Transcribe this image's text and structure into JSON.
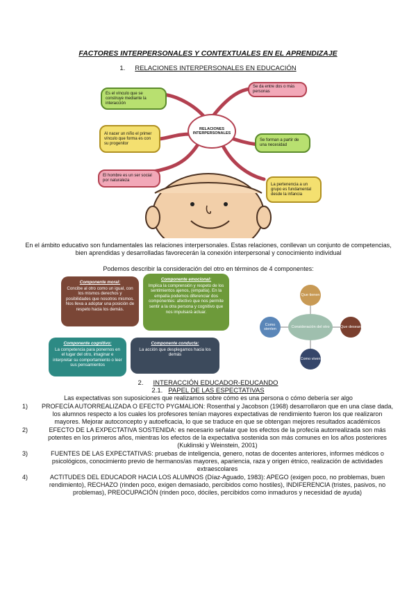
{
  "title": "FACTORES INTERPERSONALES Y CONTEXTUALES EN EL APRENDIZAJE",
  "section1": {
    "num": "1.",
    "title": "RELACIONES INTERPERSONALES EN EDUCACIÓN"
  },
  "mindmap": {
    "center": "RELACIONES INTERPERSONALES",
    "n1": "Es el vínculo que se construye mediante la interacción",
    "n2": "Se da entre dos o más personas",
    "n3": "Al nacer un niño el primer vínculo que forma es con su progenitor",
    "n4": "Se forman a partir de una necesidad",
    "n5": "El hombre es un ser social por naturaleza",
    "n6": "La pertenencia a un grupo es fundamental desde la infancia"
  },
  "intro": "En el ámbito educativo son fundamentales las relaciones interpersonales. Estas relaciones, conllevan un conjunto de competencias, bien aprendidas y desarrolladas favorecerán la conexión interpersonal y conocimiento individual",
  "components_intro": "Podemos describir la consideración del otro en términos de 4 componentes:",
  "components": {
    "moral": {
      "title": "Componente moral:",
      "text": "Concibe al otro como un igual, con los mismos derechos y posibilidades que nosotros mismos. Nos lleva a adoptar una posición de respeto hacia los demás."
    },
    "emocional": {
      "title": "Componente emocional:",
      "text": "Implica la comprensión y respeto de los sentimientos ajenos, (empatía). En la empatía podemos diferenciar dos componentes: afectivo que nos permite sentir a la otra persona y cognitivo que nos impulsará actuar."
    },
    "cognitivo": {
      "title": "Componente cognitivo:",
      "text": "La competencia para ponernos en el lugar del otro, imaginar e interpretar su comportamiento o leer sus pensamientos"
    },
    "conducta": {
      "title": "Componente conducta:",
      "text": "La acción que desplegamos hacia los demás"
    }
  },
  "cycle": {
    "center": "Consideración del otro",
    "top": "Que tienen",
    "right": "Que desean",
    "bottom": "Como viven",
    "left": "Como sienten"
  },
  "section2": {
    "num": "2.",
    "title": "INTERACCIÓN EDUCADOR-EDUCANDO"
  },
  "section21": {
    "num": "2.1.",
    "title": "PAPEL DE LAS ESPECTATIVAS"
  },
  "expect_intro": "Las expectativas son suposiciones que realizamos sobre cómo es una persona o cómo debería ser algo",
  "items": [
    {
      "n": "1)",
      "text": "PROFECÍA AUTORREALIZADA O EFECTO PYGMALION: Rosenthal y Jacobson (1968)  desarrollaron que en una clase dada, los alumnos respecto a los cuales los profesores tenían mayores expectativas de rendimiento fueron los que realizaron mayores. Mejorar autoconcepto y autoeficacia, lo que se traduce en que se obtengan mejores resultados académicos"
    },
    {
      "n": "2)",
      "text": "EFECTO DE LA EXPECTATIVA SOSTENIDA: es necesario señalar que los efectos de la profecía autorrealizada son más potentes en los primeros años, mientras los efectos de la expectativa sostenida son más comunes en los años posteriores (Kuklinski y Weinstein, 2001)"
    },
    {
      "n": "3)",
      "text": "FUENTES DE LAS EXPECTATIVAS: pruebas de inteligencia, genero, notas de docentes anteriores, informes médicos o psicológicos, conocimiento previo de hermanos/as mayores, apariencia, raza y origen étnico, realización de actividades extraescolares"
    },
    {
      "n": "4)",
      "text": "ACTITUDES DEL EDUCADOR HACIA LOS ALUMNOS (Díaz-Aguado, 1983): APEGO (exigen poco, no problemas, buen rendimiento), RECHAZO (rinden poco, exigen demasiado, percibidos como hostiles), INDIFERENCIA (tristes, pasivos, no problemas), PREOCUPACIÓN (rinden poco, dóciles, percibidos como inmaduros y necesidad de ayuda)"
    }
  ],
  "colors": {
    "green": "#6d9a3a",
    "brown": "#7a4636",
    "teal": "#2d8a84",
    "slate": "#3c4a5c",
    "pink": "#e08aa0",
    "lime": "#b8e070"
  }
}
